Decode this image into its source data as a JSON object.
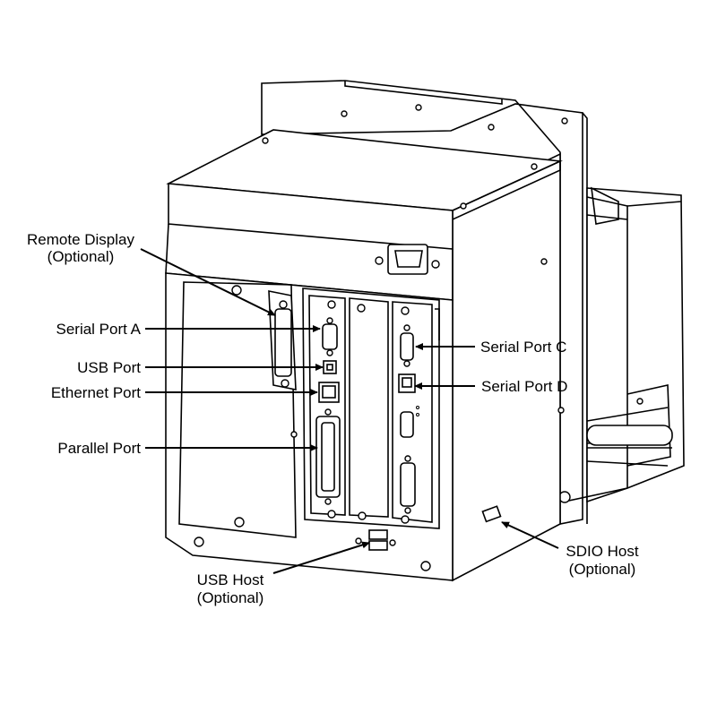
{
  "labels": {
    "remote_display": [
      "Remote Display",
      "(Optional)"
    ],
    "serial_port_a": "Serial Port A",
    "usb_port": "USB Port",
    "ethernet_port": "Ethernet Port",
    "parallel_port": "Parallel Port",
    "serial_port_c": "Serial Port C",
    "serial_port_d": "Serial Port D",
    "sdio_host": [
      "SDIO Host",
      "(Optional)"
    ],
    "usb_host": [
      "USB Host",
      "(Optional)"
    ]
  }
}
